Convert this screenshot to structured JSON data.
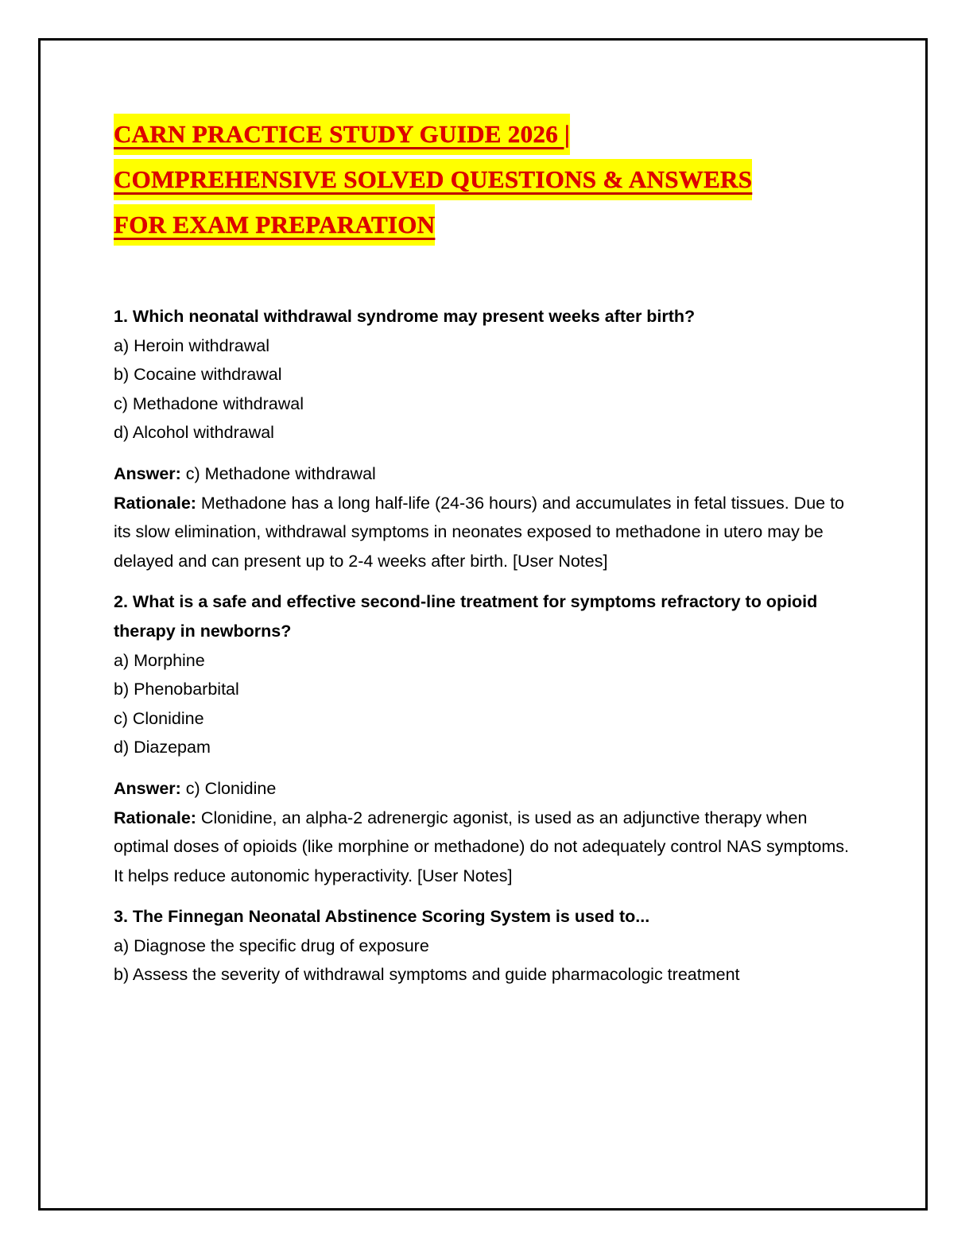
{
  "title_lines": [
    "CARN PRACTICE STUDY GUIDE 2026 |",
    "COMPREHENSIVE SOLVED QUESTIONS & ANSWERS",
    "FOR EXAM PREPARATION"
  ],
  "questions": [
    {
      "question": "1. Which neonatal withdrawal syndrome may present weeks after birth?",
      "options": [
        "a) Heroin withdrawal",
        "b) Cocaine withdrawal",
        "c) Methadone withdrawal",
        "d) Alcohol withdrawal"
      ],
      "answer_label": "Answer:",
      "answer": " c) Methadone withdrawal",
      "rationale_label": "Rationale:",
      "rationale": " Methadone has a long half-life (24-36 hours) and accumulates in fetal tissues. Due to its slow elimination, withdrawal symptoms in neonates exposed to methadone in utero may be delayed and can present up to 2-4 weeks after birth. [User Notes]"
    },
    {
      "question": "2. What is a safe and effective second-line treatment for symptoms refractory to opioid therapy in newborns?",
      "options": [
        "a) Morphine",
        "b) Phenobarbital",
        "c) Clonidine",
        "d) Diazepam"
      ],
      "answer_label": "Answer:",
      "answer": " c) Clonidine",
      "rationale_label": "Rationale:",
      "rationale": " Clonidine, an alpha-2 adrenergic agonist, is used as an adjunctive therapy when optimal doses of opioids (like morphine or methadone) do not adequately control NAS symptoms. It helps reduce autonomic hyperactivity. [User Notes]"
    },
    {
      "question": "3. The Finnegan Neonatal Abstinence Scoring System is used to...",
      "options": [
        "a) Diagnose the specific drug of exposure",
        "b) Assess the severity of withdrawal symptoms and guide pharmacologic treatment"
      ]
    }
  ]
}
